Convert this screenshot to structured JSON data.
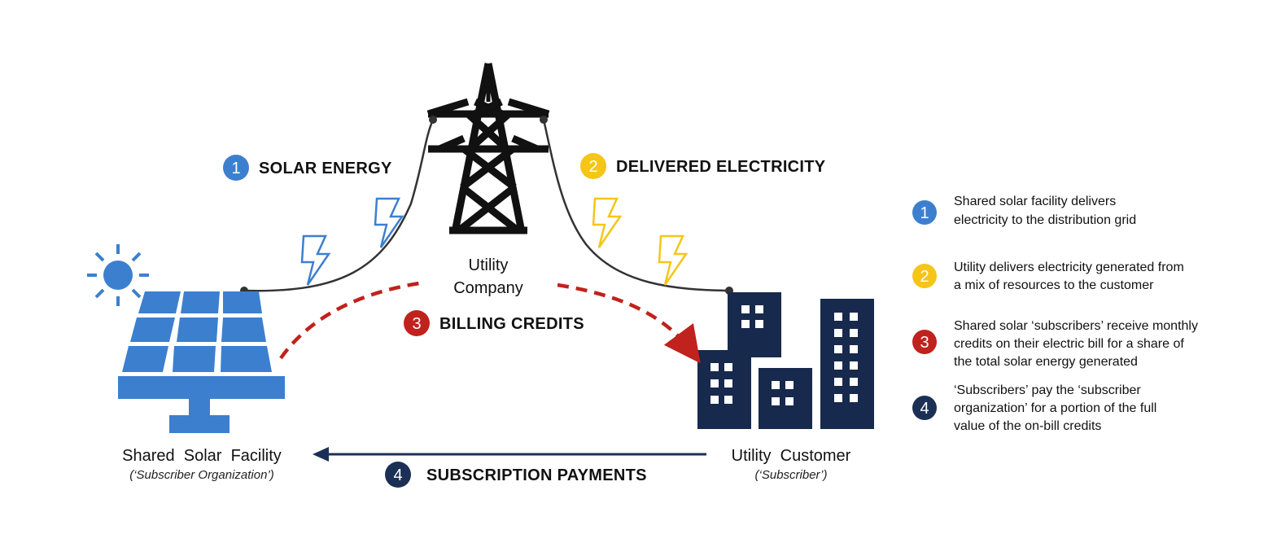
{
  "colors": {
    "blue": "#3d7fcf",
    "yellow": "#f5c518",
    "red": "#c0221d",
    "navy": "#1c3055",
    "panel_blue": "#3d7fcf",
    "building_navy": "#17294d",
    "tower_black": "#111111",
    "wire": "#333333"
  },
  "icons": [
    "sun-icon",
    "solar-panel-icon",
    "transmission-tower-icon",
    "lightning-bolt-icon",
    "city-buildings-icon",
    "arrow-left-icon"
  ],
  "steps": {
    "s1": {
      "number": "1",
      "label": "SOLAR ENERGY"
    },
    "s2": {
      "number": "2",
      "label": "DELIVERED ELECTRICITY"
    },
    "s3": {
      "number": "3",
      "label": "BILLING CREDITS"
    },
    "s4": {
      "number": "4",
      "label": "SUBSCRIPTION PAYMENTS"
    }
  },
  "nodes": {
    "utility": {
      "line1": "Utility",
      "line2": "Company"
    },
    "facility": {
      "title": "Shared  Solar  Facility",
      "subtitle": "(‘Subscriber Organization’)"
    },
    "customer": {
      "title": "Utility  Customer",
      "subtitle": "(‘Subscriber’)"
    }
  },
  "legend": [
    {
      "number": "1",
      "lines": [
        "Shared solar facility delivers",
        "electricity to the distribution grid"
      ]
    },
    {
      "number": "2",
      "lines": [
        "Utility delivers electricity generated from",
        "a mix of resources to the customer"
      ]
    },
    {
      "number": "3",
      "lines": [
        "Shared solar ‘subscribers’ receive monthly",
        "credits on their electric bill for a share of",
        "the total solar energy generated"
      ]
    },
    {
      "number": "4",
      "lines": [
        "‘Subscribers’ pay the ‘subscriber",
        "organization’ for a portion of the full",
        "value of the on-bill credits"
      ]
    }
  ]
}
